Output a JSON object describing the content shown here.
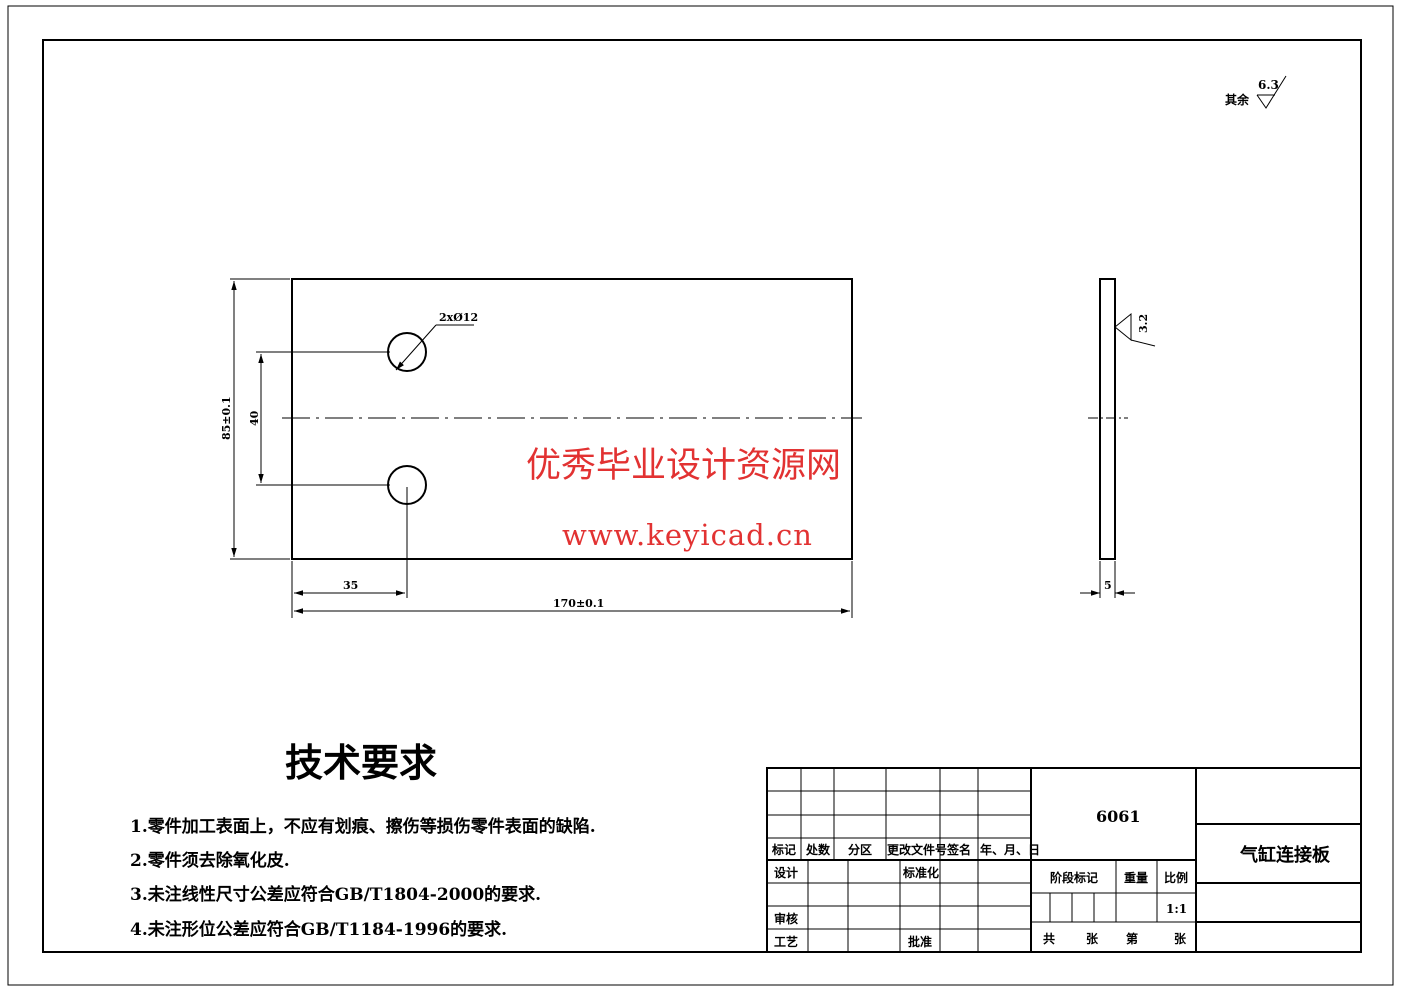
{
  "roughness": {
    "qiyu_label": "其余",
    "qiyu_value": "6.3",
    "side_value": "3.2"
  },
  "front_view": {
    "hole_callout": "2xØ12",
    "dim_height": "85±0.1",
    "dim_spacing": "40",
    "dim_hole_x": "35",
    "dim_length": "170±0.1"
  },
  "side_view": {
    "dim_thickness": "5"
  },
  "watermark": {
    "title": "优秀毕业设计资源网",
    "url": "www.keyicad.cn"
  },
  "tech_requirements": {
    "heading": "技术要求",
    "items": [
      "1.零件加工表面上，不应有划痕、擦伤等损伤零件表面的缺陷.",
      "2.零件须去除氧化皮.",
      "3.未注线性尺寸公差应符合GB/T1804-2000的要求.",
      "4.未注形位公差应符合GB/T1184-1996的要求."
    ]
  },
  "title_block": {
    "material": "6061",
    "part_name": "气缸连接板",
    "biaoji": "标记",
    "chushu": "处数",
    "fenqu": "分区",
    "genggai": "更改文件号",
    "qianming": "签名",
    "riqi": "年、月、日",
    "sheji": "设计",
    "biaozhunhua": "标准化",
    "shenhe": "审核",
    "gongyi": "工艺",
    "pizhun": "批准",
    "jieduan": "阶段标记",
    "zhongliang": "重量",
    "bili": "比例",
    "scale": "1:1",
    "gong": "共",
    "zhang1": "张",
    "di": "第",
    "zhang2": "张"
  }
}
